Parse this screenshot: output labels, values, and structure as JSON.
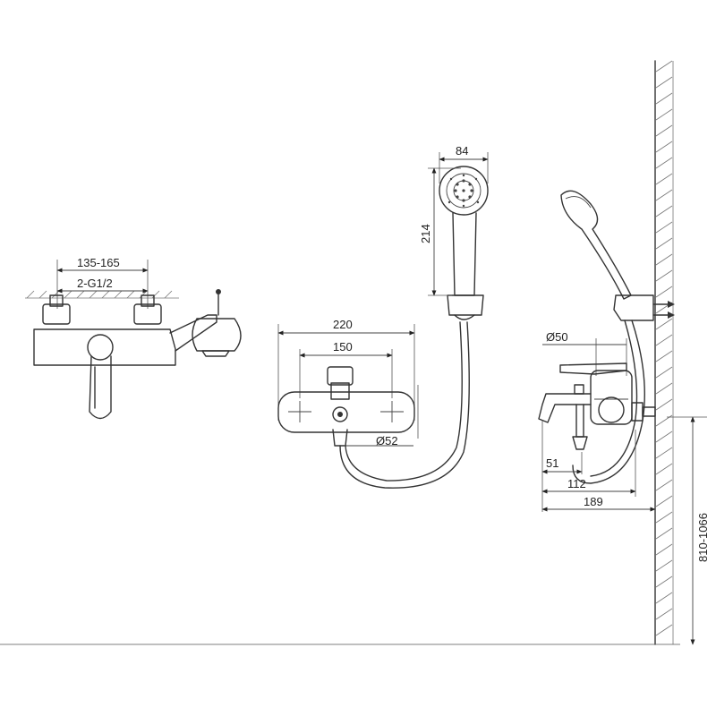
{
  "dimensions": {
    "mount_spacing": "135-165",
    "inlet_thread": "2-G1/2",
    "body_width": "220",
    "inlet_centers": "150",
    "handle_diameter": "Ø52",
    "head_width": "84",
    "handshower_length": "214",
    "cartridge_diameter": "Ø50",
    "spout_to_axis": "51",
    "axis_offset": "112",
    "total_depth": "189",
    "install_height": "810-1066"
  }
}
